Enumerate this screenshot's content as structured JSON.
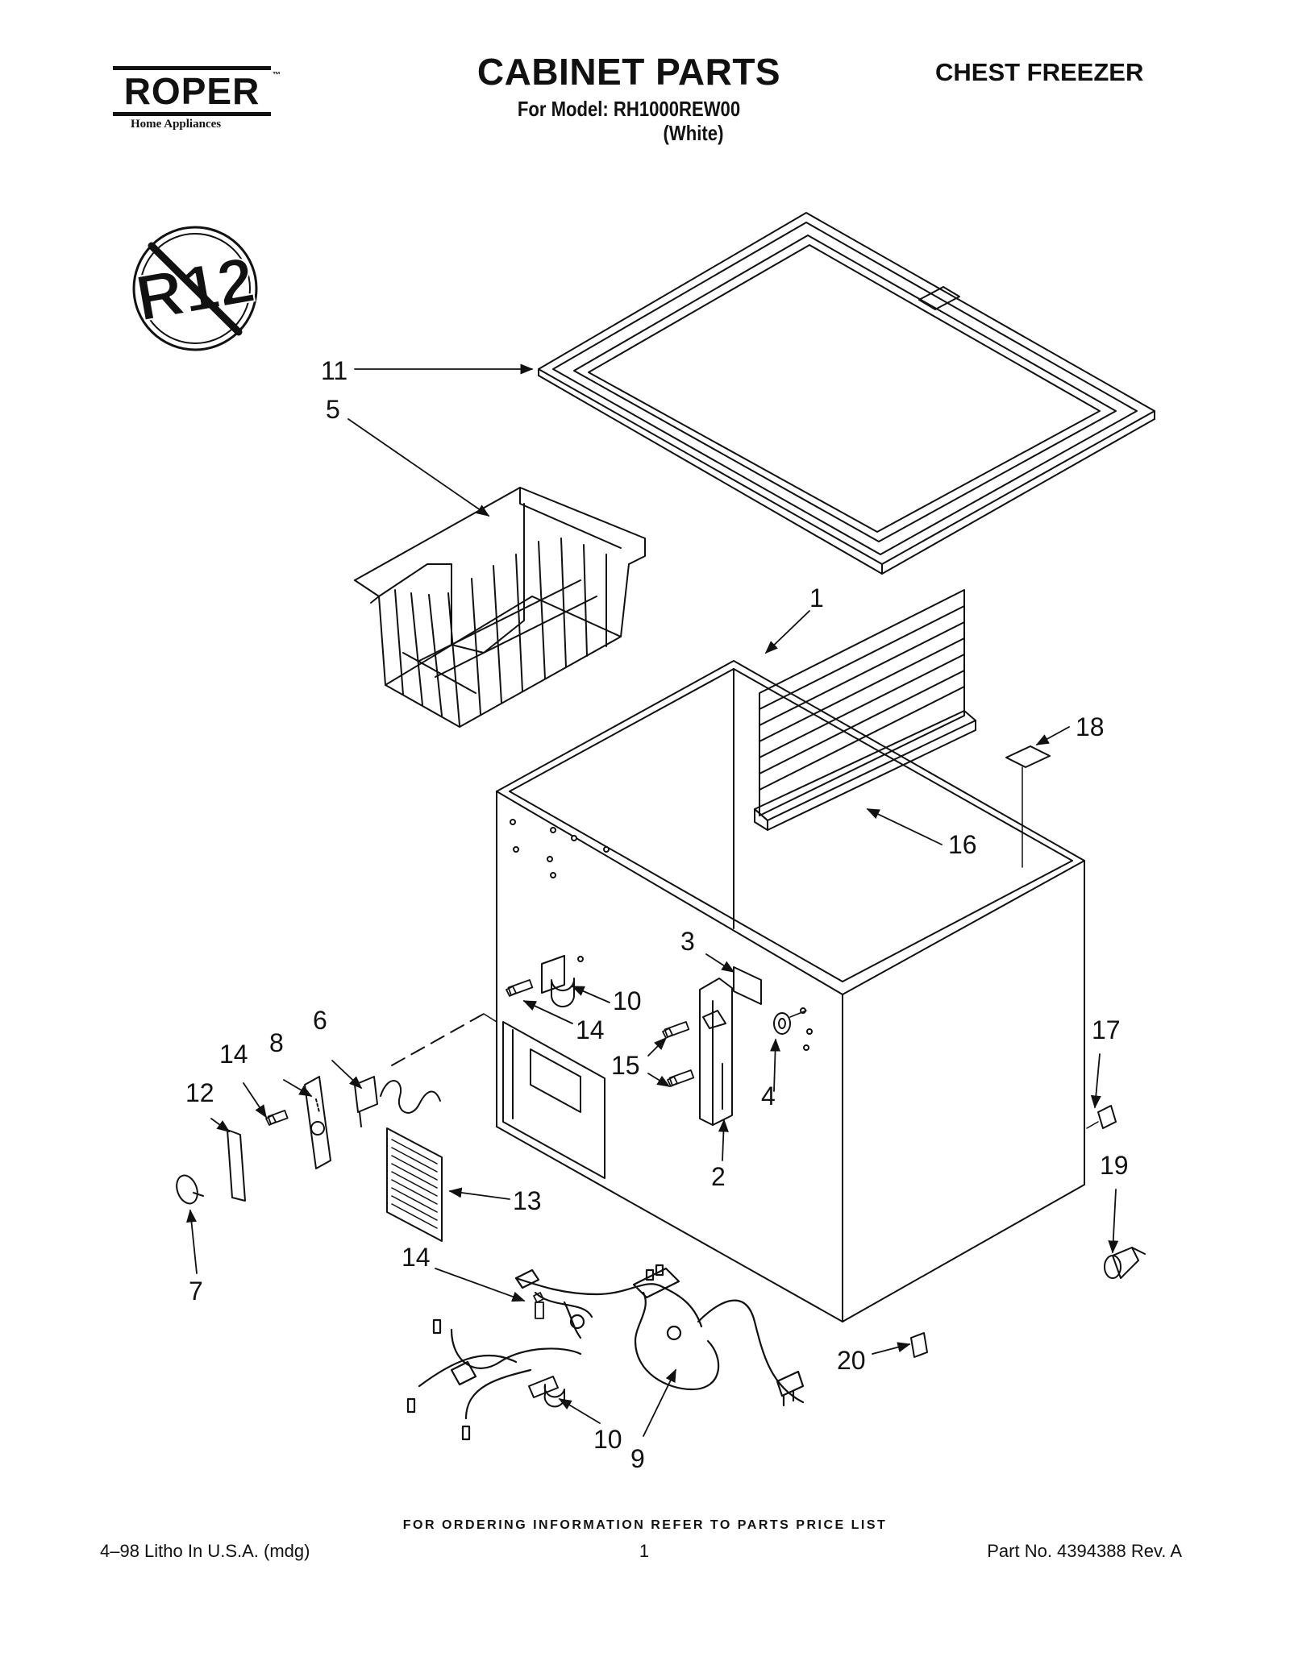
{
  "brand": {
    "name": "ROPER",
    "trademark": "™",
    "tagline": "Home Appliances"
  },
  "header": {
    "title": "CABINET PARTS",
    "model_line": "For Model: RH1000REW00",
    "color_line": "(White)",
    "product": "CHEST FREEZER"
  },
  "badge": {
    "text": "R12"
  },
  "callouts": {
    "c1": "1",
    "c2": "2",
    "c3": "3",
    "c4": "4",
    "c5": "5",
    "c6": "6",
    "c7": "7",
    "c8": "8",
    "c9": "9",
    "c10a": "10",
    "c10b": "10",
    "c11": "11",
    "c12": "12",
    "c13": "13",
    "c14a": "14",
    "c14b": "14",
    "c14c": "14",
    "c15": "15",
    "c16": "16",
    "c17": "17",
    "c18": "18",
    "c19": "19",
    "c20": "20"
  },
  "footer": {
    "ordering": "FOR ORDERING INFORMATION REFER TO PARTS PRICE LIST",
    "litho": "4–98 Litho In U.S.A. (mdg)",
    "page": "1",
    "part_no": "Part No. 4394388 Rev. A"
  }
}
